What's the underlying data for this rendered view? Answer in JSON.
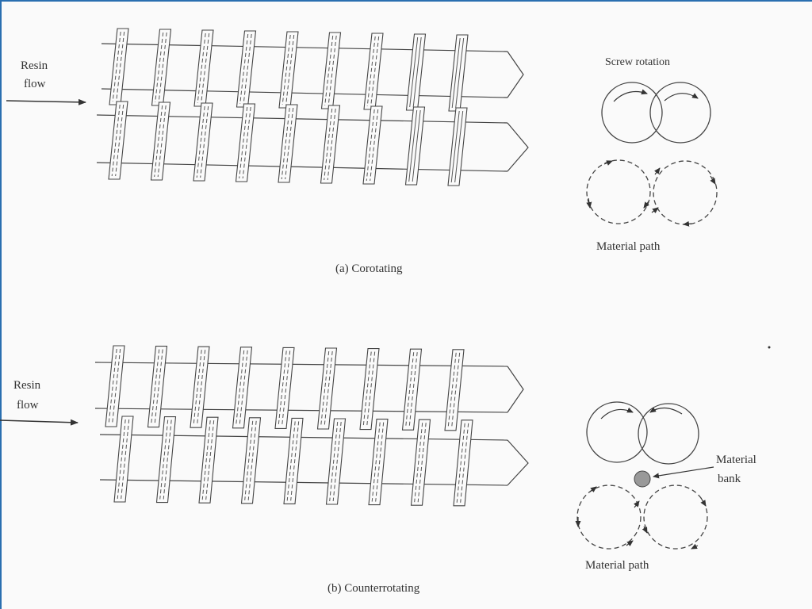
{
  "panel_a": {
    "resin_flow_line1": "Resin",
    "resin_flow_line2": "flow",
    "screw_rotation_label": "Screw rotation",
    "material_path_label": "Material path",
    "caption": "(a) Corotating"
  },
  "panel_b": {
    "resin_flow_line1": "Resin",
    "resin_flow_line2": "flow",
    "material_bank_line1": "Material",
    "material_bank_line2": "bank",
    "material_path_label": "Material path",
    "caption": "(b) Counterrotating"
  },
  "colors": {
    "ink": "#333333",
    "frame_accent": "#2a6fb0",
    "material_bank_fill": "#999999"
  }
}
